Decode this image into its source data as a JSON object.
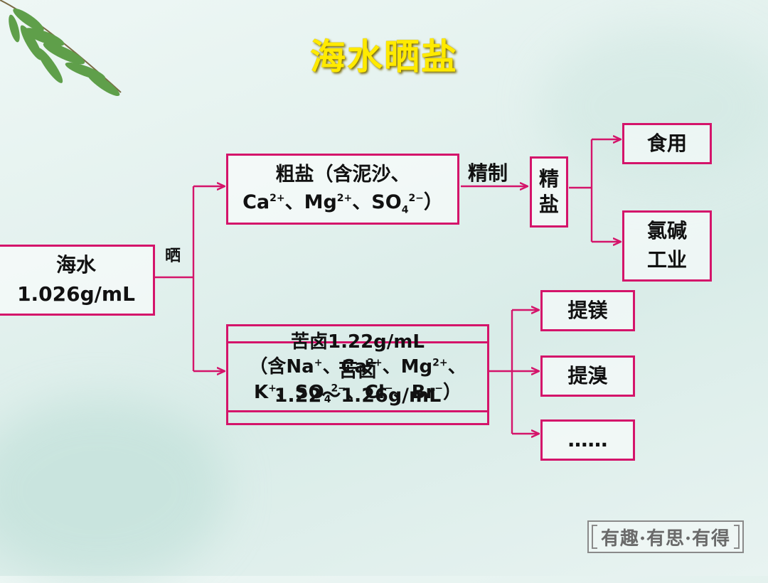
{
  "title": "海水晒盐",
  "seawater": {
    "line1": "海水",
    "line2": "1.026g/mL"
  },
  "label_evaporate": "晒",
  "crude_salt": {
    "line1": "粗盐（含泥沙、",
    "line2_parts": [
      "Ca",
      "2+",
      "、Mg",
      "2+",
      "、SO",
      "4",
      "2−",
      "）"
    ]
  },
  "label_refine": "精制",
  "refined_salt": {
    "char1": "精",
    "char2": "盐"
  },
  "uses": {
    "food": "食用",
    "chlor_alkali_1": "氯碱",
    "chlor_alkali_2": "工业"
  },
  "bittern": {
    "front_line1": "苦卤1.22g/mL",
    "front_line2_parts": [
      "（含Na",
      "+",
      "、Ca",
      "2+",
      "、Mg",
      "2+",
      "、"
    ],
    "front_line3_parts": [
      "K",
      "+",
      "、SO",
      "4",
      "2−",
      "、Cl",
      "−",
      "、Br",
      "−",
      "）"
    ],
    "overlap_line1": "苦卤",
    "overlap_line2": "1.22～1.26g/mL"
  },
  "extracts": {
    "magnesium": "提镁",
    "bromine": "提溴",
    "more": "……"
  },
  "colors": {
    "box_border": "#d4146a",
    "title": "#ffea00"
  },
  "stamp": "有趣·有思·有得"
}
